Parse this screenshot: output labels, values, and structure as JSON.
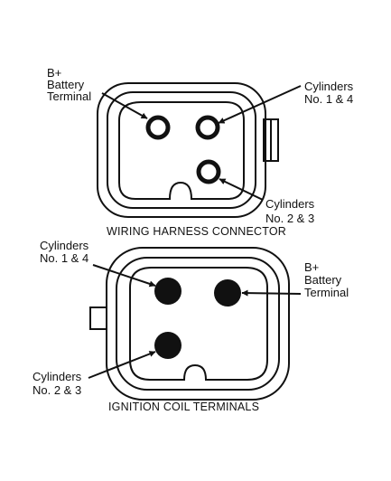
{
  "wiring_harness_connector": {
    "caption": "WIRING HARNESS CONNECTOR",
    "labels": {
      "b_plus_line1": "B+",
      "b_plus_line2": "Battery",
      "b_plus_line3": "Terminal",
      "cyl14_line1": "Cylinders",
      "cyl14_line2": "No. 1 & 4",
      "cyl23_line1": "Cylinders",
      "cyl23_line2": "No. 2 & 3"
    }
  },
  "ignition_coil_terminals": {
    "caption": "IGNITION COIL TERMINALS",
    "labels": {
      "cyl14_line1": "Cylinders",
      "cyl14_line2": "No. 1 & 4",
      "b_plus_line1": "B+",
      "b_plus_line2": "Battery",
      "b_plus_line3": "Terminal",
      "cyl23_line1": "Cylinders",
      "cyl23_line2": "No. 2 & 3"
    }
  }
}
